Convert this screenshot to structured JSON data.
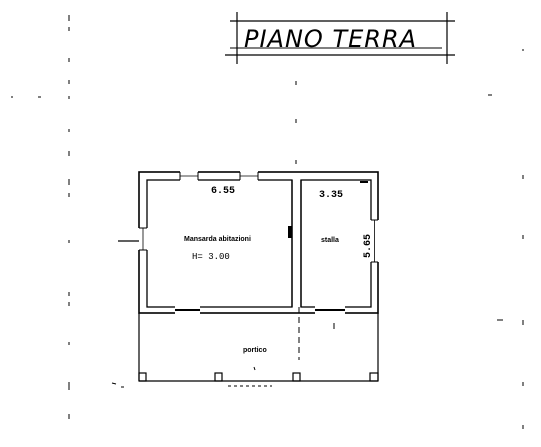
{
  "title": "PIANO TERRA",
  "rooms": {
    "main": {
      "width_label": "6.55",
      "name": "Mansarda abitazioni",
      "height_label": "H= 3.00"
    },
    "side": {
      "width_label": "3.35",
      "name": "stalla",
      "depth_label": "5.65"
    },
    "portico": {
      "name": "portico"
    }
  },
  "colors": {
    "ink": "#000000",
    "paper": "#ffffff"
  }
}
